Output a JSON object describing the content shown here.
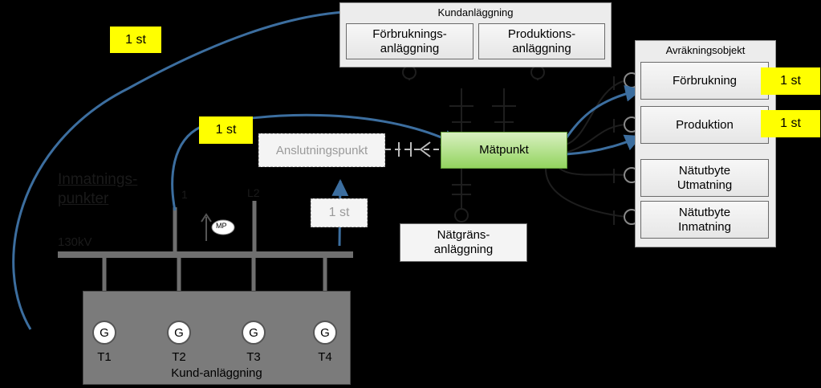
{
  "kundanlaggning": {
    "title": "Kundanläggning",
    "forbrukning": "Förbruknings-\nanläggning",
    "produktion": "Produktions-\nanläggning"
  },
  "avrakning": {
    "title": "Avräkningsobjekt",
    "forbrukning": "Förbrukning",
    "produktion": "Produktion",
    "utmatning": "Nätutbyte\nUtmatning",
    "inmatning": "Nätutbyte\nInmatning"
  },
  "badges": {
    "top": "1 st",
    "mid": "1 st",
    "faded": "1 st",
    "forbrukning": "1 st",
    "produktion": "1 st"
  },
  "anslutningspunkt": "Anslutningspunkt",
  "matpunkt": "Mätpunkt",
  "natgrans": "Nätgräns-\nanläggning",
  "inmatningspunkter": "Inmatnings-\npunkter",
  "busbar": "130kV",
  "line_labels": {
    "l1": "1",
    "l2": "L2"
  },
  "mp_label": "MP",
  "generators": [
    {
      "symbol": "G",
      "label": "T1"
    },
    {
      "symbol": "G",
      "label": "T2"
    },
    {
      "symbol": "G",
      "label": "T3"
    },
    {
      "symbol": "G",
      "label": "T4"
    }
  ],
  "kund_anlaggning": "Kund-anläggning",
  "colors": {
    "arrow": "#3c6e9f",
    "badge": "#ffff00",
    "green": "#93d45f"
  }
}
